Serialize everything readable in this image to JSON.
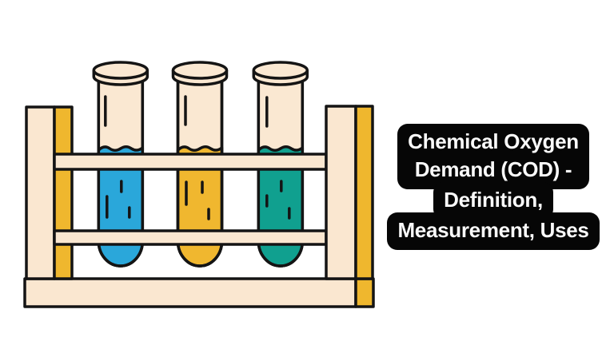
{
  "caption": {
    "lines": [
      "Chemical Oxygen",
      "Demand (COD) -",
      "Definition,",
      "Measurement, Uses"
    ]
  },
  "illustration": {
    "name": "test-tube-rack-illustration",
    "tubes": [
      {
        "id": "tube-1",
        "liquid": "blue",
        "liquid_color": "#2AA7DA"
      },
      {
        "id": "tube-2",
        "liquid": "amber",
        "liquid_color": "#F0B72F"
      },
      {
        "id": "tube-3",
        "liquid": "teal",
        "liquid_color": "#10A08F"
      }
    ]
  },
  "colors": {
    "page-bg": "#ffffff",
    "ink": "#141414",
    "wood-cream": "#FAE7D0",
    "wood-yellow": "#EFB72E",
    "glass-cream": "#FAE8D2",
    "tube1-liquid": "#2AA7DA",
    "tube2-liquid": "#F0B72F",
    "tube3-liquid": "#10A08F",
    "caption-bg": "#060606",
    "caption-text": "#FAFAFA"
  }
}
